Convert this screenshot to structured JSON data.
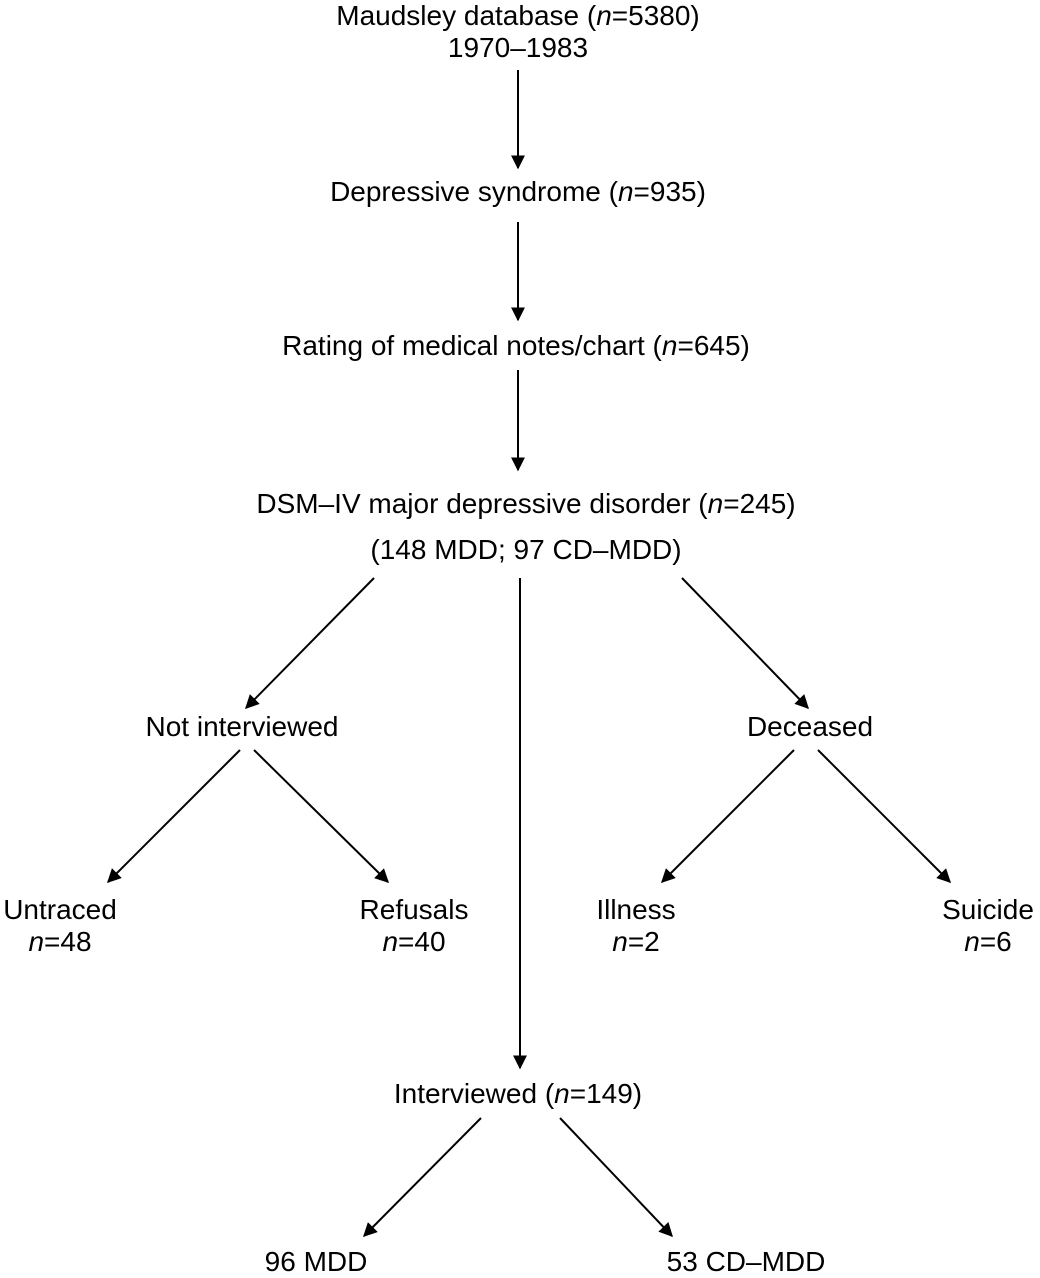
{
  "nodes": {
    "maudsley": {
      "pre": "Maudsley database (",
      "n": "n",
      "post": "=5380)",
      "line2": "1970–1983"
    },
    "depressive": {
      "pre": "Depressive syndrome (",
      "n": "n",
      "post": "=935)"
    },
    "rating": {
      "pre": "Rating of medical notes/chart (",
      "n": "n",
      "post": "=645)"
    },
    "dsm": {
      "pre": "DSM–IV major depressive disorder (",
      "n": "n",
      "post": "=245)",
      "line2": "(148 MDD; 97 CD–MDD)"
    },
    "not_interviewed": {
      "label": "Not interviewed"
    },
    "deceased": {
      "label": "Deceased"
    },
    "untraced": {
      "label": "Untraced",
      "n": "n",
      "post": "=48"
    },
    "refusals": {
      "label": "Refusals",
      "n": "n",
      "post": "=40"
    },
    "illness": {
      "label": "Illness",
      "n": "n",
      "post": "=2"
    },
    "suicide": {
      "label": "Suicide",
      "n": "n",
      "post": "=6"
    },
    "interviewed": {
      "pre": "Interviewed (",
      "n": "n",
      "post": "=149)"
    },
    "mdd": {
      "label": "96 MDD"
    },
    "cdmdd": {
      "label": "53 CD–MDD"
    }
  }
}
